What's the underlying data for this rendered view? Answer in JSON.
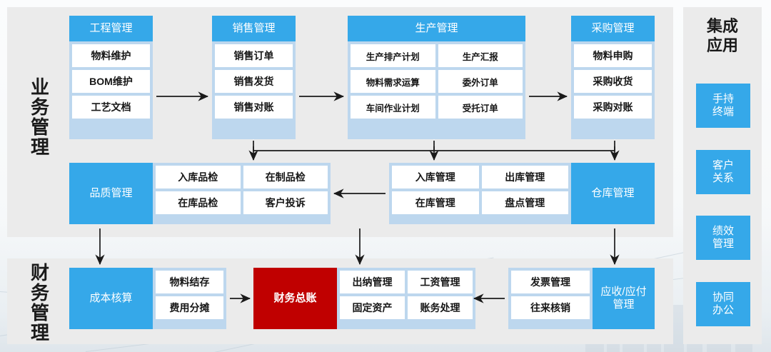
{
  "diagram": {
    "title_business": "业务管理",
    "title_finance": "财务管理",
    "sidebar_heading": "集成\n应用"
  },
  "sections": {
    "business": {
      "label": "业务管理",
      "modules": [
        {
          "name": "engineering",
          "header": "工程管理",
          "items": [
            "物料维护",
            "BOM维护",
            "工艺文档"
          ]
        },
        {
          "name": "sales",
          "header": "销售管理",
          "items": [
            "销售订单",
            "销售发货",
            "销售对账"
          ]
        },
        {
          "name": "production",
          "header": "生产管理",
          "items": [
            "生产排产计划",
            "生产汇报",
            "物料需求运算",
            "委外订单",
            "车间作业计划",
            "受托订单"
          ]
        },
        {
          "name": "purchasing",
          "header": "采购管理",
          "items": [
            "物料申购",
            "采购收货",
            "采购对账"
          ]
        },
        {
          "name": "quality",
          "header": "品质管理",
          "items": [
            "入库品检",
            "在制品检",
            "在库品检",
            "客户投诉"
          ]
        },
        {
          "name": "warehouse",
          "header": "仓库管理",
          "items": [
            "入库管理",
            "出库管理",
            "在库管理",
            "盘点管理"
          ]
        }
      ]
    },
    "finance": {
      "label": "财务管理",
      "modules": [
        {
          "name": "cost-accounting",
          "header": "成本核算",
          "items": [
            "物料结存",
            "费用分摊"
          ]
        },
        {
          "name": "general-ledger",
          "header": "财务总账",
          "items": []
        },
        {
          "name": "ledger-functions",
          "header": "",
          "items": [
            "出纳管理",
            "工资管理",
            "固定资产",
            "账务处理"
          ]
        },
        {
          "name": "receivable-payable",
          "header": "应收/应付\n管理",
          "items": [
            "发票管理",
            "往来核销"
          ]
        }
      ]
    },
    "sidebar": {
      "heading_line1": "集成",
      "heading_line2": "应用",
      "apps": [
        {
          "name": "handheld-terminal",
          "line1": "手持",
          "line2": "终端"
        },
        {
          "name": "customer-relations",
          "line1": "客户",
          "line2": "关系"
        },
        {
          "name": "performance-management",
          "line1": "绩效",
          "line2": "管理"
        },
        {
          "name": "collaborative-office",
          "line1": "协同",
          "line2": "办公"
        }
      ]
    }
  },
  "labels": {
    "engineering_header": "工程管理",
    "engineering_1": "物料维护",
    "engineering_2": "BOM维护",
    "engineering_3": "工艺文档",
    "sales_header": "销售管理",
    "sales_1": "销售订单",
    "sales_2": "销售发货",
    "sales_3": "销售对账",
    "production_header": "生产管理",
    "production_1": "生产排产计划",
    "production_2": "生产汇报",
    "production_3": "物料需求运算",
    "production_4": "委外订单",
    "production_5": "车间作业计划",
    "production_6": "受托订单",
    "purchasing_header": "采购管理",
    "purchasing_1": "物料申购",
    "purchasing_2": "采购收货",
    "purchasing_3": "采购对账",
    "quality_header": "品质管理",
    "quality_1": "入库品检",
    "quality_2": "在制品检",
    "quality_3": "在库品检",
    "quality_4": "客户投诉",
    "warehouse_header": "仓库管理",
    "warehouse_1": "入库管理",
    "warehouse_2": "出库管理",
    "warehouse_3": "在库管理",
    "warehouse_4": "盘点管理",
    "cost_header": "成本核算",
    "cost_1": "物料结存",
    "cost_2": "费用分摊",
    "gl_header": "财务总账",
    "gl_1": "出纳管理",
    "gl_2": "工资管理",
    "gl_3": "固定资产",
    "gl_4": "账务处理",
    "ar_header_l1": "应收/应付",
    "ar_header_l2": "管理",
    "ar_1": "发票管理",
    "ar_2": "往来核销",
    "biz_title": "业务管理",
    "fin_title": "财务管理",
    "side_l1": "集成",
    "side_l2": "应用",
    "app1_l1": "手持",
    "app1_l2": "终端",
    "app2_l1": "客户",
    "app2_l2": "关系",
    "app3_l1": "绩效",
    "app3_l2": "管理",
    "app4_l1": "协同",
    "app4_l2": "办公"
  },
  "colors": {
    "accent_blue": "#35a8e9",
    "card_blue": "#bdd7ee",
    "panel_gray": "#ebebeb",
    "highlight_red": "#c00000",
    "cell_white": "#ffffff"
  }
}
